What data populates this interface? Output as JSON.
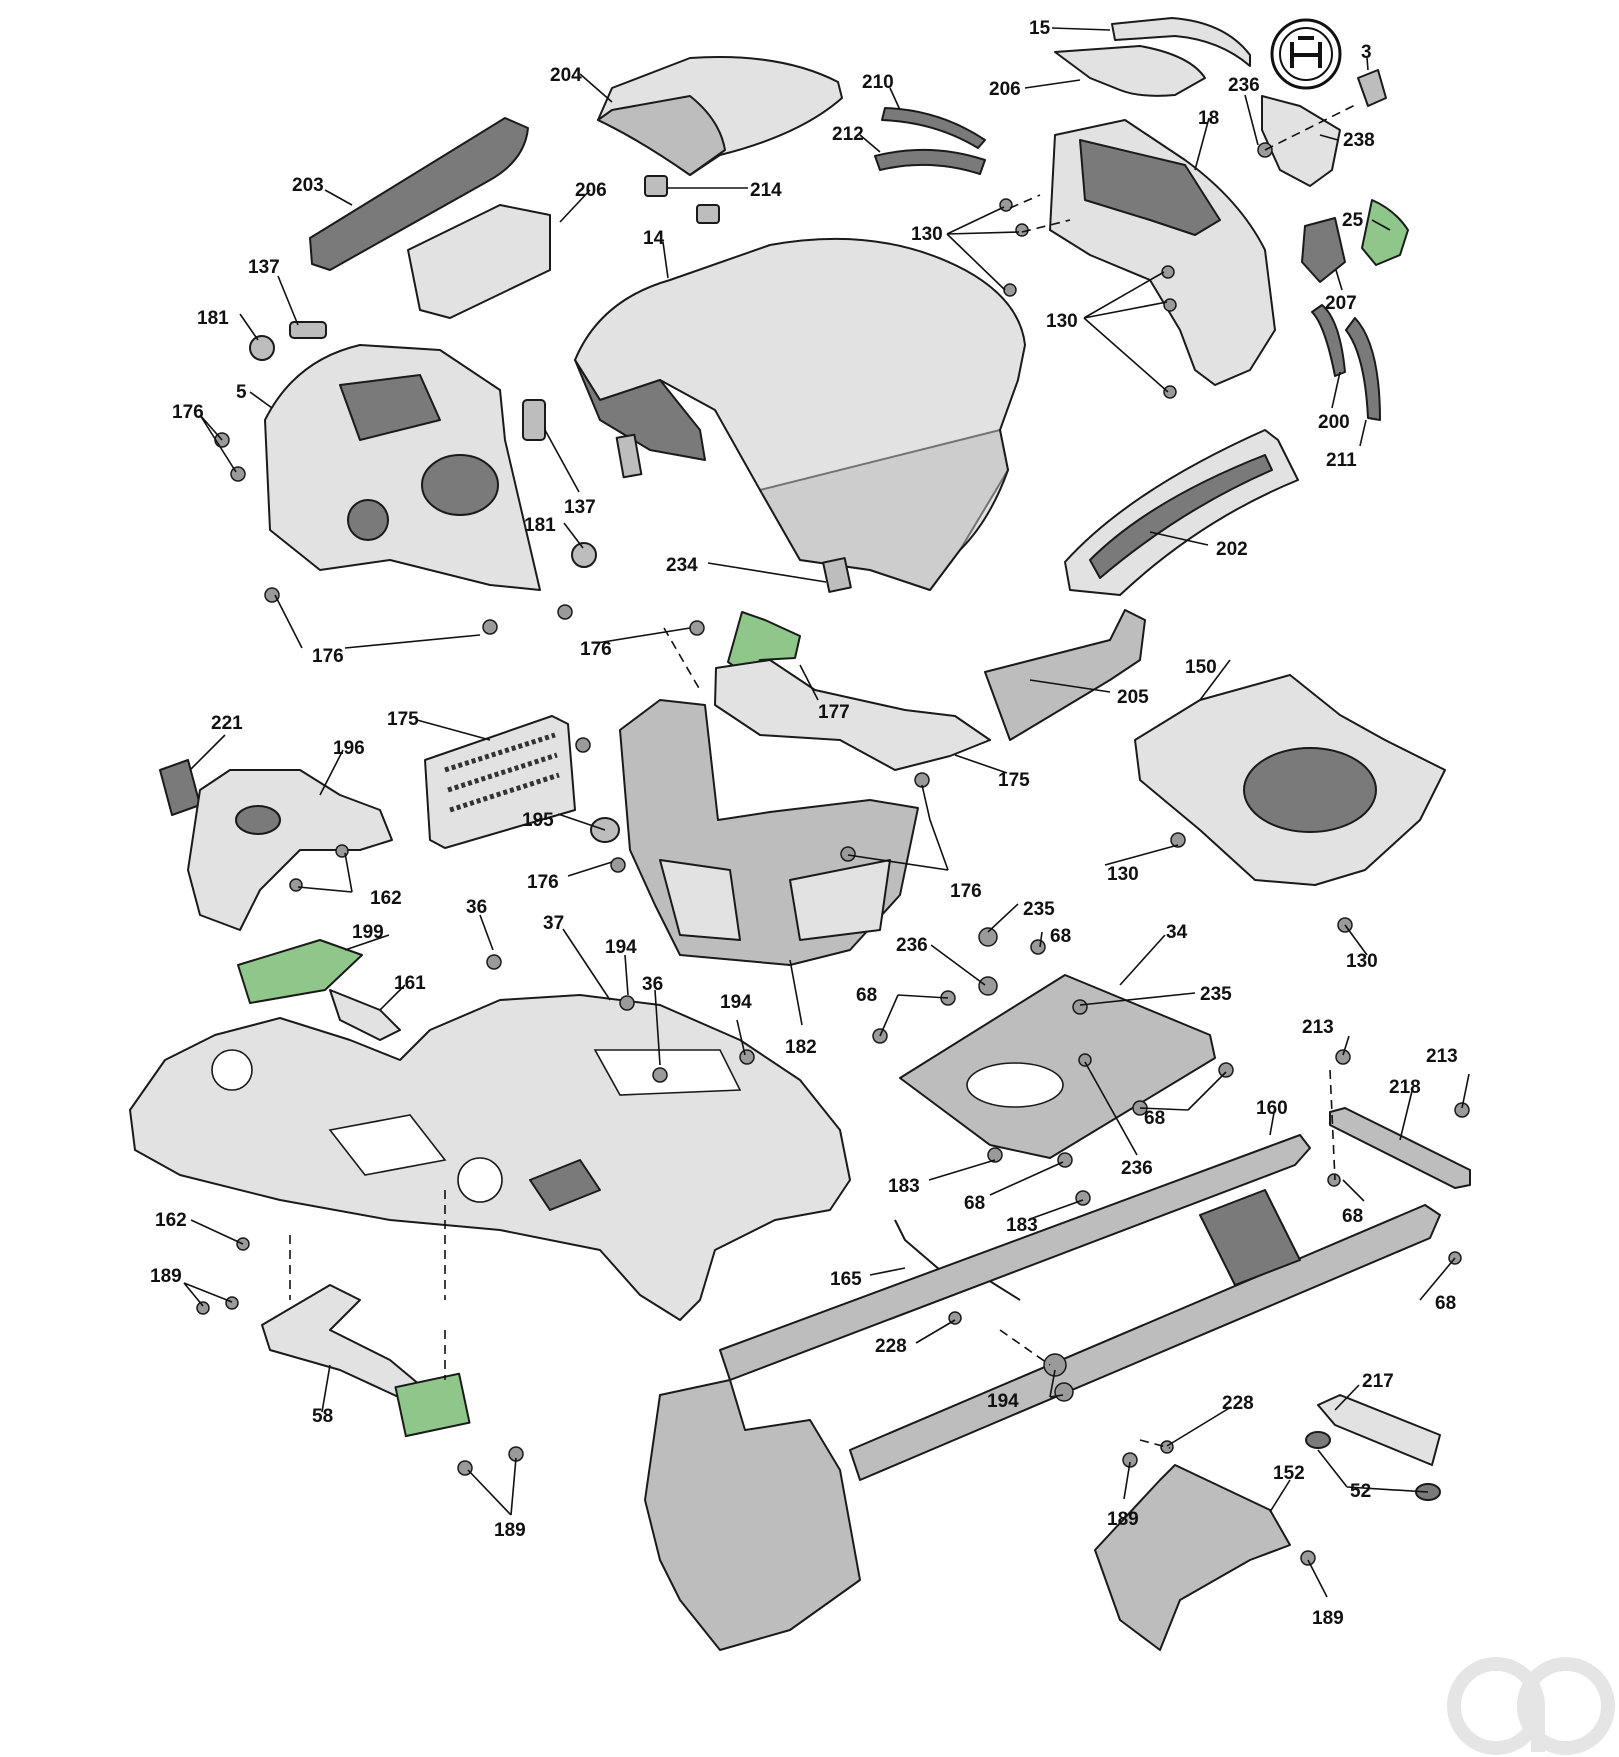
{
  "logo": {
    "name": "husqvarna-crown-logo"
  },
  "watermark": {
    "name": "ap-watermark"
  },
  "colors": {
    "highlight": "#8fc78a",
    "panel": "#e2e2e2",
    "shadow": "#7a7a7a"
  },
  "labels": [
    "15",
    "3",
    "204",
    "206",
    "210",
    "212",
    "236",
    "18",
    "238",
    "203",
    "206",
    "214",
    "14",
    "130",
    "25",
    "137",
    "207",
    "181",
    "130",
    "5",
    "176",
    "200",
    "211",
    "137",
    "181",
    "202",
    "234",
    "176",
    "176",
    "150",
    "177",
    "205",
    "221",
    "175",
    "196",
    "175",
    "195",
    "176",
    "176",
    "130",
    "162",
    "235",
    "199",
    "68",
    "36",
    "37",
    "194",
    "236",
    "34",
    "36",
    "161",
    "130",
    "68",
    "235",
    "194",
    "182",
    "213",
    "213",
    "218",
    "160",
    "68",
    "183",
    "68",
    "236",
    "183",
    "162",
    "68",
    "189",
    "165",
    "228",
    "68",
    "194",
    "228",
    "217",
    "58",
    "152",
    "52",
    "189",
    "189",
    "189"
  ]
}
